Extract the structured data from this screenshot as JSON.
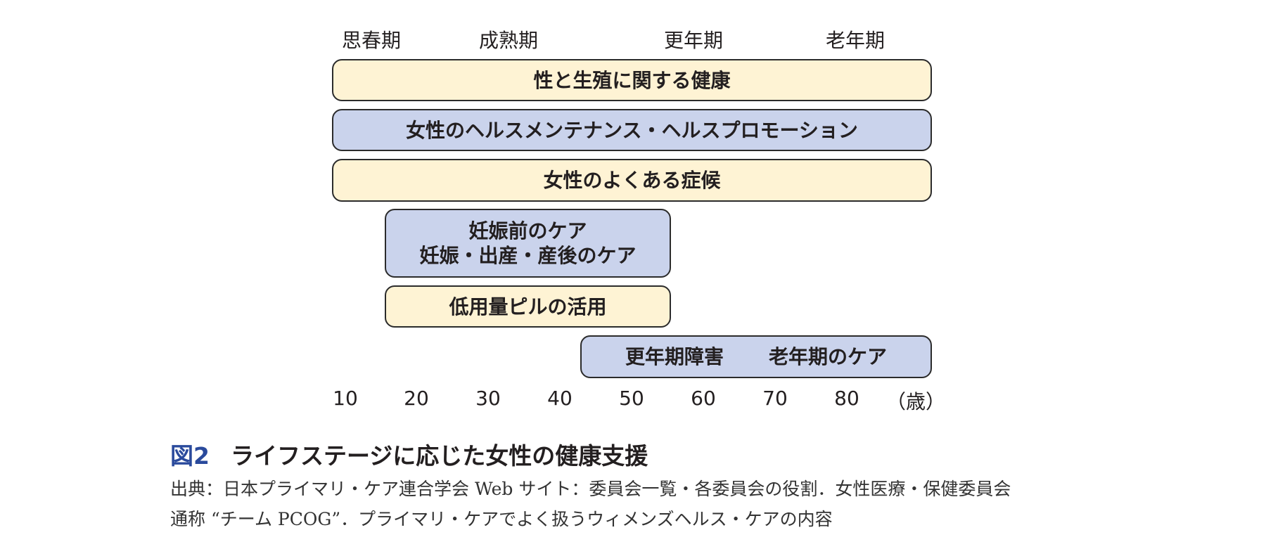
{
  "stages": [
    "思春期",
    "成熟期",
    "更年期",
    "老年期"
  ],
  "bars": [
    {
      "label": "性と生殖に関する健康",
      "color": "yellow"
    },
    {
      "label": "女性のヘルスメンテナンス・ヘルスプロモーション",
      "color": "blue"
    },
    {
      "label": "女性のよくある症候",
      "color": "yellow"
    },
    {
      "lines": [
        "妊娠前のケア",
        "妊娠・出産・産後のケア"
      ],
      "color": "blue"
    },
    {
      "label": "低用量ピルの活用",
      "color": "yellow"
    },
    {
      "parts": [
        "更年期障害",
        "老年期のケア"
      ],
      "color": "blue"
    }
  ],
  "axis": {
    "ticks": [
      "10",
      "20",
      "30",
      "40",
      "50",
      "60",
      "70",
      "80"
    ],
    "unit": "（歳）"
  },
  "caption": {
    "figure_number": "図2",
    "title": "ライフステージに応じた女性の健康支援",
    "source_line1": "出典：日本プライマリ・ケア連合学会 Web サイト：委員会一覧・各委員会の役割．女性医療・保健委員会",
    "source_line2": "通称 “チーム PCOG”．プライマリ・ケアでよく扱うウィメンズヘルス・ケアの内容"
  },
  "colors": {
    "yellow_fill": "#fef3d4",
    "blue_fill": "#cad3ec",
    "border": "#2b2b2b",
    "figure_number": "#2a4a9c"
  }
}
